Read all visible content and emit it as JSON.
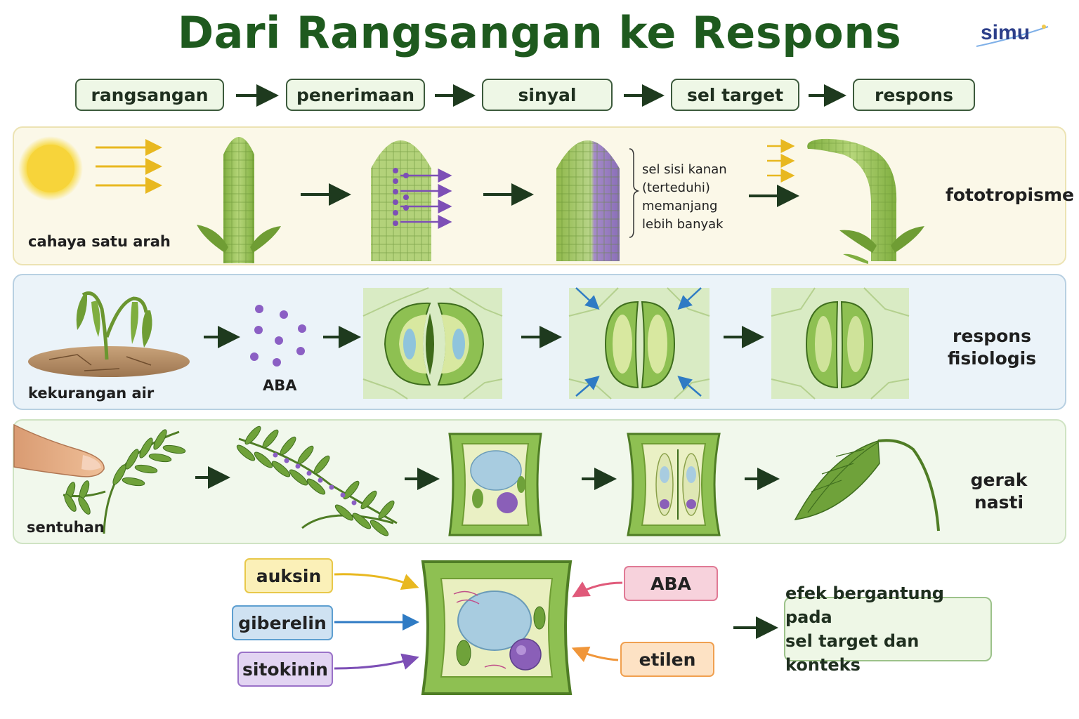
{
  "title": "Dari Rangsangan ke Respons",
  "logo_text": "simu",
  "steps": [
    "rangsangan",
    "penerimaan",
    "sinyal",
    "sel target",
    "respons"
  ],
  "row1": {
    "stimulus_label": "cahaya satu arah",
    "note_lines": [
      "sel sisi kanan",
      "(terteduhi)",
      "memanjang",
      "lebih banyak"
    ],
    "response_label": "fototropisme"
  },
  "row2": {
    "stimulus_label": "kekurangan air",
    "signal_label": "ABA",
    "response_lines": [
      "respons",
      "fisiologis"
    ]
  },
  "row3": {
    "stimulus_label": "sentuhan",
    "response_label": "gerak nasti"
  },
  "hormones": {
    "auksin": "auksin",
    "giberelin": "giberelin",
    "sitokinin": "sitokinin",
    "aba": "ABA",
    "etilen": "etilen",
    "effect_lines": [
      "efek bergantung pada",
      "sel target dan konteks"
    ]
  },
  "colors": {
    "title_green": "#1e5a1e",
    "auksin": "#f2c94c",
    "giberelin": "#3a8fd0",
    "sitokinin": "#7b4fb0",
    "aba": "#e05a7a",
    "etilen": "#f0963a"
  }
}
